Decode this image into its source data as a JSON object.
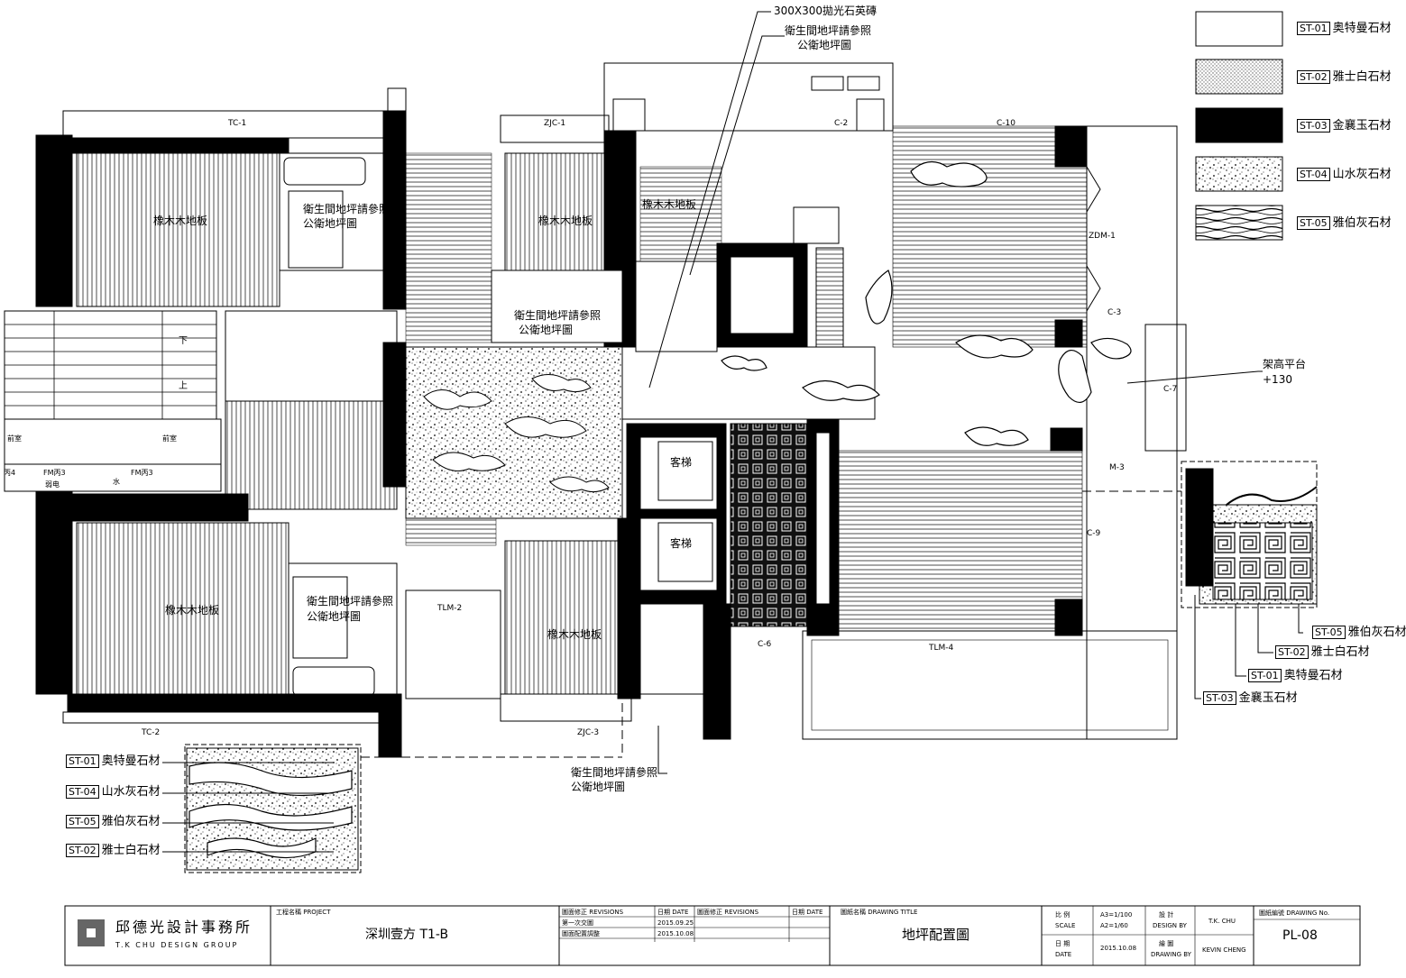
{
  "legend": [
    {
      "code": "ST-01",
      "name": "奥特曼石材",
      "pattern": "blank"
    },
    {
      "code": "ST-02",
      "name": "雅士白石材",
      "pattern": "dots"
    },
    {
      "code": "ST-03",
      "name": "金襄玉石材",
      "pattern": "solid"
    },
    {
      "code": "ST-04",
      "name": "山水灰石材",
      "pattern": "speckle"
    },
    {
      "code": "ST-05",
      "name": "雅伯灰石材",
      "pattern": "waves"
    }
  ],
  "rooms": {
    "floor_tl": "橡木木地板",
    "floor_tm": "橡木木地板",
    "floor_tm2": "橡木木地板",
    "floor_bl": "橡木木地板",
    "floor_bm": "橡木木地板",
    "bath_ref_1": "衛生間地坪請參照",
    "bath_ref_1b": "公衛地坪圖",
    "bath_ref_2": "衛生間地坪請參照",
    "bath_ref_2b": "公衛地坪圖",
    "bath_ref_3": "衛生間地坪請參照",
    "bath_ref_3b": "公衛地坪圖",
    "lift_1": "客梯",
    "lift_2": "客梯",
    "stair_down": "下",
    "stair_up": "上",
    "front_room_1": "前室",
    "front_room_2": "前室",
    "fm1": "FM丙3",
    "fm2": "FM丙3",
    "fm_sub": "弱电",
    "water": "水",
    "side_4": "丙4"
  },
  "callouts": {
    "tile": "300X300拋光石英磚",
    "bath_note_1": "衛生間地坪請參照",
    "bath_note_2": "公衛地坪圖",
    "platform": "架高平台",
    "platform_level": "+130",
    "bath_bottom_1": "衛生間地坪請參照",
    "bath_bottom_2": "公衛地坪圖"
  },
  "tags": {
    "tc1": "TC-1",
    "tc2": "TC-2",
    "zjc1": "ZJC-1",
    "zjc3": "ZJC-3",
    "c2": "C-2",
    "c10": "C-10",
    "c3": "C-3",
    "c7": "C-7",
    "c9": "C-9",
    "c6": "C-6",
    "m3": "M-3",
    "zdm1": "ZDM-1",
    "tlm2": "TLM-2",
    "tlm4": "TLM-4"
  },
  "detail_right": [
    {
      "code": "ST-05",
      "name": "雅伯灰石材"
    },
    {
      "code": "ST-02",
      "name": "雅士白石材"
    },
    {
      "code": "ST-01",
      "name": "奥特曼石材"
    },
    {
      "code": "ST-03",
      "name": "金襄玉石材"
    }
  ],
  "detail_left": [
    {
      "code": "ST-01",
      "name": "奥特曼石材"
    },
    {
      "code": "ST-04",
      "name": "山水灰石材"
    },
    {
      "code": "ST-05",
      "name": "雅伯灰石材"
    },
    {
      "code": "ST-02",
      "name": "雅士白石材"
    }
  ],
  "title_block": {
    "company_cn": "邱德光設計事務所",
    "company_en": "T.K CHU DESIGN GROUP",
    "project_label": "工程名稱 PROJECT",
    "project": "深圳壹方 T1-B",
    "rev_label_1": "圖面修正 REVISIONS",
    "date_label_1": "日期 DATE",
    "rev_label_2": "圖面修正 REVISIONS",
    "date_label_2": "日期 DATE",
    "rev1": "第一次交圖",
    "rev1_date": "2015.09.25",
    "rev2": "圖面配置調整",
    "rev2_date": "2015.10.08",
    "drawing_title_label": "圖紙名稱 DRAWING TITLE",
    "drawing_title": "地坪配置圖",
    "scale_label": "比 例",
    "scale_en": "SCALE",
    "scale_a3": "A3=1/100",
    "scale_a2": "A2=1/60",
    "date_cn": "日 期",
    "date_en": "DATE",
    "date": "2015.10.08",
    "design_cn": "設 計",
    "design_en": "DESIGN BY",
    "designer": "T.K. CHU",
    "drawing_cn": "繪 圖",
    "drawing_en": "DRAWING BY",
    "drafter": "KEVIN CHENG",
    "dwg_no_label": "圖紙編號 DRAWING No.",
    "dwg_no": "PL-08"
  }
}
